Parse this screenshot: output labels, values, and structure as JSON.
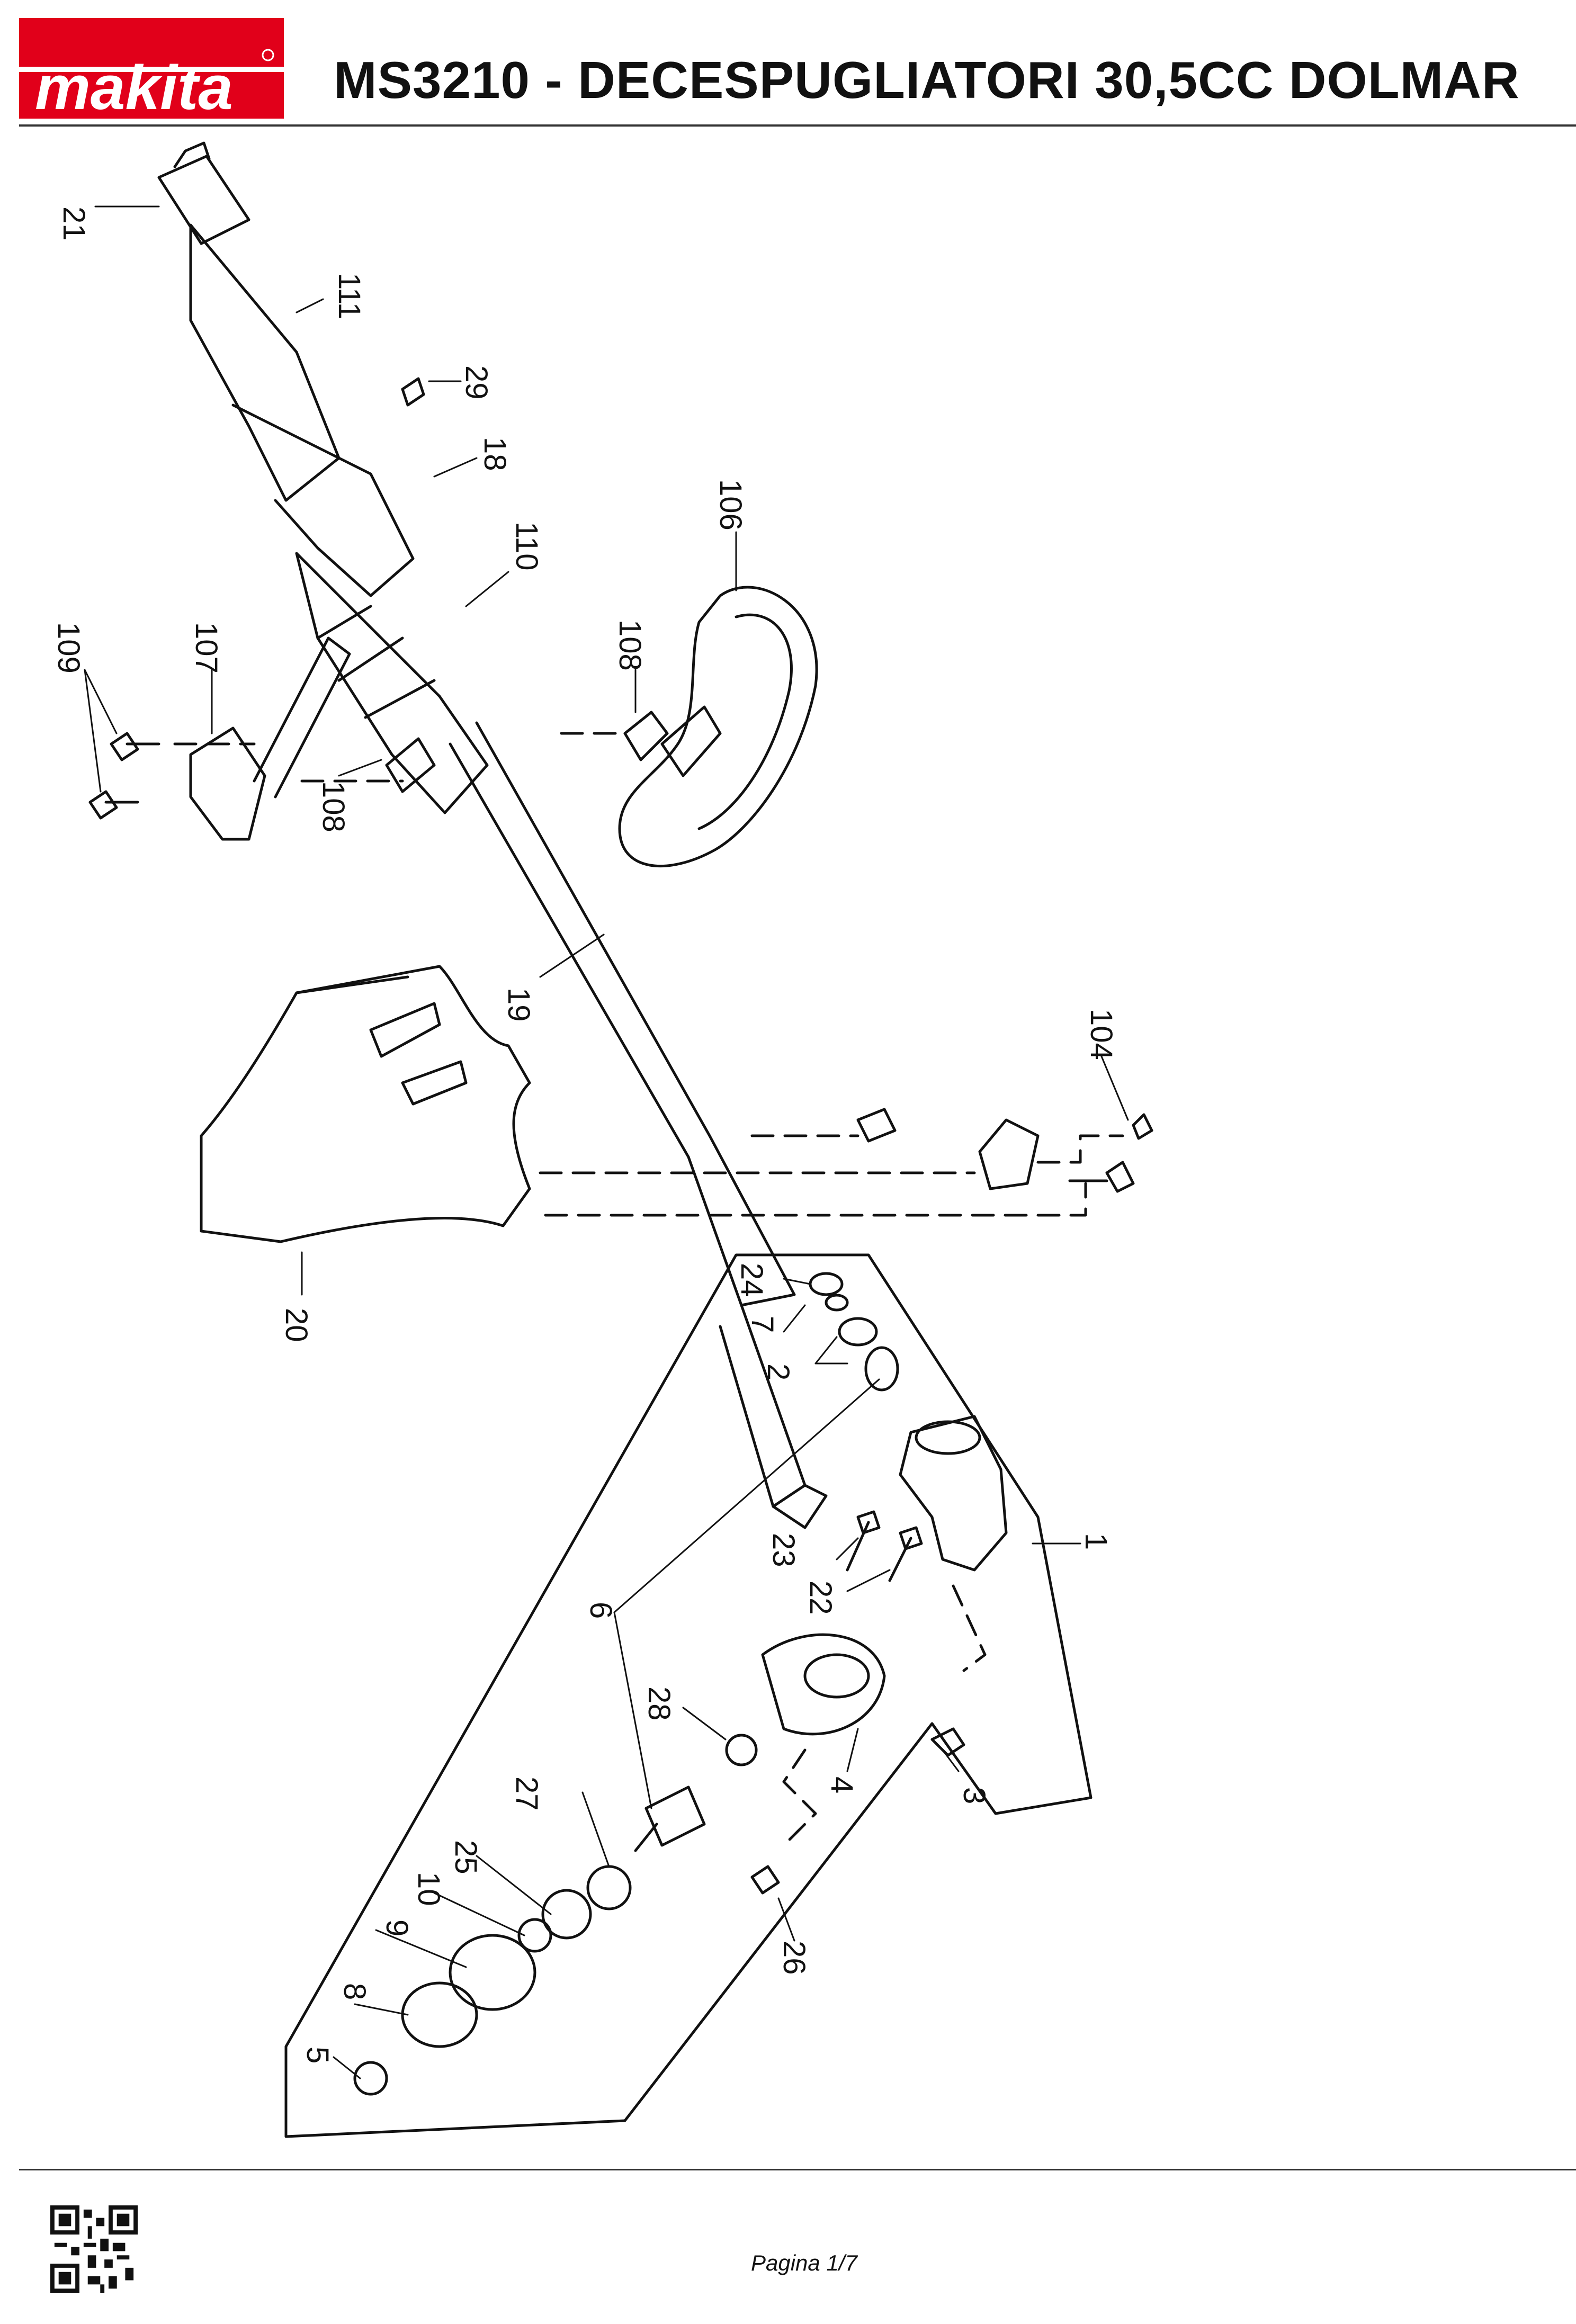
{
  "header": {
    "brand": "makita",
    "title": "MS3210 - DECESPUGLIATORI 30,5CC DOLMAR",
    "brand_color": "#e1001a"
  },
  "diagram": {
    "callouts": [
      {
        "id": "c21",
        "label": "21"
      },
      {
        "id": "c111",
        "label": "111"
      },
      {
        "id": "c29",
        "label": "29"
      },
      {
        "id": "c18",
        "label": "18"
      },
      {
        "id": "c110",
        "label": "110"
      },
      {
        "id": "c106",
        "label": "106"
      },
      {
        "id": "c108a",
        "label": "108"
      },
      {
        "id": "c107",
        "label": "107"
      },
      {
        "id": "c109",
        "label": "109"
      },
      {
        "id": "c108b",
        "label": "108"
      },
      {
        "id": "c19",
        "label": "19"
      },
      {
        "id": "c104",
        "label": "104"
      },
      {
        "id": "c20",
        "label": "20"
      },
      {
        "id": "c24",
        "label": "24"
      },
      {
        "id": "c7",
        "label": "7"
      },
      {
        "id": "c2",
        "label": "2"
      },
      {
        "id": "c1",
        "label": "1"
      },
      {
        "id": "c23",
        "label": "23"
      },
      {
        "id": "c22",
        "label": "22"
      },
      {
        "id": "c6",
        "label": "6"
      },
      {
        "id": "c28",
        "label": "28"
      },
      {
        "id": "c4",
        "label": "4"
      },
      {
        "id": "c3",
        "label": "3"
      },
      {
        "id": "c27",
        "label": "27"
      },
      {
        "id": "c25",
        "label": "25"
      },
      {
        "id": "c10",
        "label": "10"
      },
      {
        "id": "c9",
        "label": "9"
      },
      {
        "id": "c8",
        "label": "8"
      },
      {
        "id": "c26",
        "label": "26"
      },
      {
        "id": "c5",
        "label": "5"
      }
    ]
  },
  "footer": {
    "qr_icon": "qr-code-icon",
    "page_label": "Pagina 1/7"
  }
}
